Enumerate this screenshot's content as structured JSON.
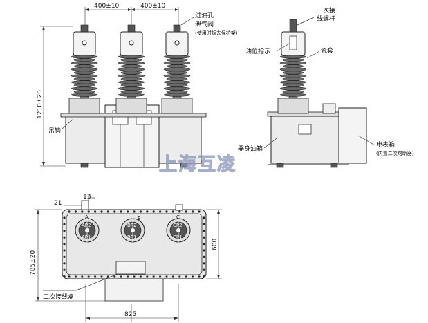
{
  "watermark": "上海互凌",
  "front_view": {
    "dim_spacing_left": "400±10",
    "dim_spacing_right": "400±10",
    "dim_height": "1210±20",
    "label_inlet": "进油孔",
    "label_vent_valve": "泄气阀",
    "label_vent_note": "(使用时拆去保护架)",
    "label_hook": "吊钩"
  },
  "side_view": {
    "label_primary_rod_1": "一次接",
    "label_primary_rod_2": "线螺杆",
    "label_oil_indicator": "油位指示",
    "label_bushing": "瓷套",
    "label_tank": "器身油箱",
    "label_meter_box": "电表箱",
    "label_meter_note": "(内置二次熔断器)"
  },
  "top_view": {
    "dim_21": "21",
    "dim_13": "13",
    "dim_785": "785±20",
    "dim_600": "600",
    "dim_825": "825",
    "label_junction_box": "二次接线盒",
    "phases": [
      {
        "top": "A",
        "upper": "AP2",
        "lower": "AP1"
      },
      {
        "top": "B",
        "upper": "BP2",
        "lower": "BP1"
      },
      {
        "top": "C",
        "upper": "CP2",
        "lower": "CP1"
      }
    ]
  }
}
